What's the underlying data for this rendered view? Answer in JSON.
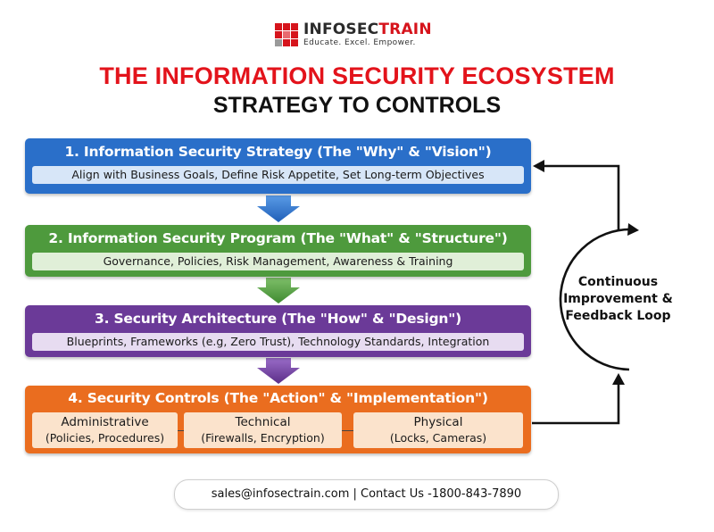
{
  "brand": {
    "name_part1": "INFOSEC",
    "name_part2": "TRAIN",
    "tagline": "Educate. Excel. Empower.",
    "red": "#d6141c"
  },
  "title": "THE INFORMATION SECURITY ECOSYSTEM",
  "subtitle": "STRATEGY TO CONTROLS",
  "stages": [
    {
      "title": "1. Information Security Strategy (The \"Why\" & \"Vision\")",
      "detail": "Align with Business Goals, Define Risk Appetite, Set Long-term Objectives",
      "color": "#2a6fc9"
    },
    {
      "title": "2. Information Security Program (The \"What\" & \"Structure\")",
      "detail": "Governance, Policies, Risk Management, Awareness & Training",
      "color": "#4e9a3d"
    },
    {
      "title": "3. Security Architecture (The \"How\" & \"Design\")",
      "detail": "Blueprints, Frameworks (e.g, Zero Trust), Technology Standards, Integration",
      "color": "#6b3a98"
    },
    {
      "title": "4. Security Controls (The \"Action\" & \"Implementation\")",
      "color": "#ea6d1f",
      "controls": [
        {
          "name": "Administrative",
          "examples": "(Policies, Procedures)"
        },
        {
          "name": "Technical",
          "examples": "(Firewalls, Encryption)"
        },
        {
          "name": "Physical",
          "examples": "(Locks, Cameras)"
        }
      ]
    }
  ],
  "loop": {
    "line1": "Continuous",
    "line2": "Improvement &",
    "line3": "Feedback Loop"
  },
  "contact": "sales@infosectrain.com | Contact Us -1800-843-7890"
}
